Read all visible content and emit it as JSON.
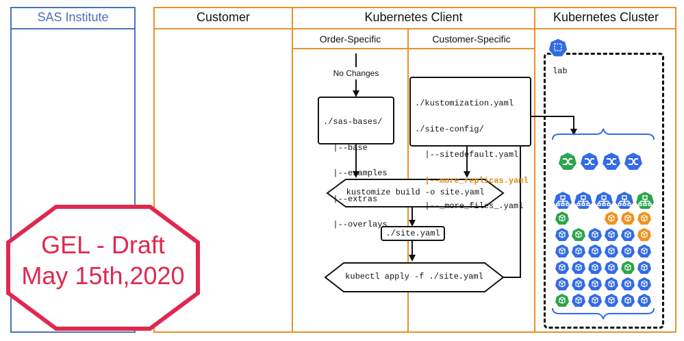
{
  "columns": {
    "sas": "SAS Institute",
    "customer": "Customer",
    "client": "Kubernetes Client",
    "cluster": "Kubernetes Cluster"
  },
  "subcolumns": {
    "order": "Order-Specific",
    "customer": "Customer-Specific"
  },
  "labels": {
    "no_changes": "No Changes"
  },
  "bases_box": {
    "lines": [
      "./sas-bases/",
      "  |--base",
      "  |--examples",
      "  |--extras",
      "  |--overlays"
    ]
  },
  "config_box": {
    "lines": [
      "./kustomization.yaml",
      "./site-config/",
      "  |--sitedefault.yaml",
      "  |--more_replicas.yaml",
      "  |--_more_files_.yaml"
    ],
    "highlight_color": "#e08a17"
  },
  "steps": {
    "build": "kustomize build -o site.yaml",
    "output": "./site.yaml",
    "apply": "kubectl apply -f ./site.yaml"
  },
  "cluster": {
    "namespace_label": "lab"
  },
  "stamp": {
    "line1": "GEL - Draft",
    "line2": "May 15th,2020",
    "color": "#e0284f"
  },
  "colors": {
    "sas_border": "#4a72b8",
    "k8s_border": "#e8912a",
    "k8s_blue": "#326ce5",
    "pod_green": "#2ea44f",
    "pod_orange": "#f0921e"
  }
}
